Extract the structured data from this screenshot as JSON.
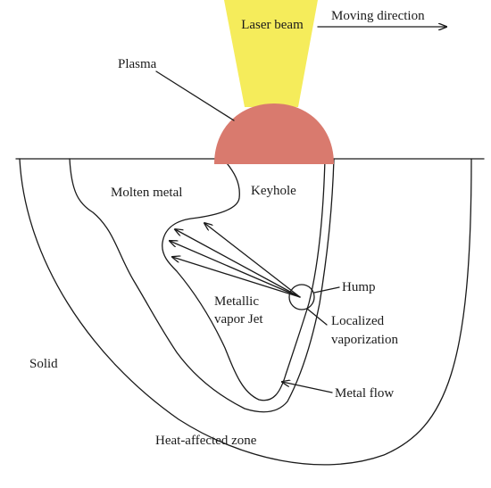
{
  "labels": {
    "laser_beam": "Laser beam",
    "moving_direction": "Moving direction",
    "plasma": "Plasma",
    "molten_metal": "Molten metal",
    "keyhole": "Keyhole",
    "hump": "Hump",
    "metallic": "Metallic",
    "vapor_jet": "vapor Jet",
    "localized": "Localized",
    "vaporization": "vaporization",
    "solid": "Solid",
    "metal_flow": "Metal flow",
    "heat_affected_zone": "Heat-affected zone"
  },
  "colors": {
    "laser_beam": "#f5ec5b",
    "plasma": "#d97a6e",
    "line": "#1a1a1a",
    "background": "#ffffff"
  }
}
